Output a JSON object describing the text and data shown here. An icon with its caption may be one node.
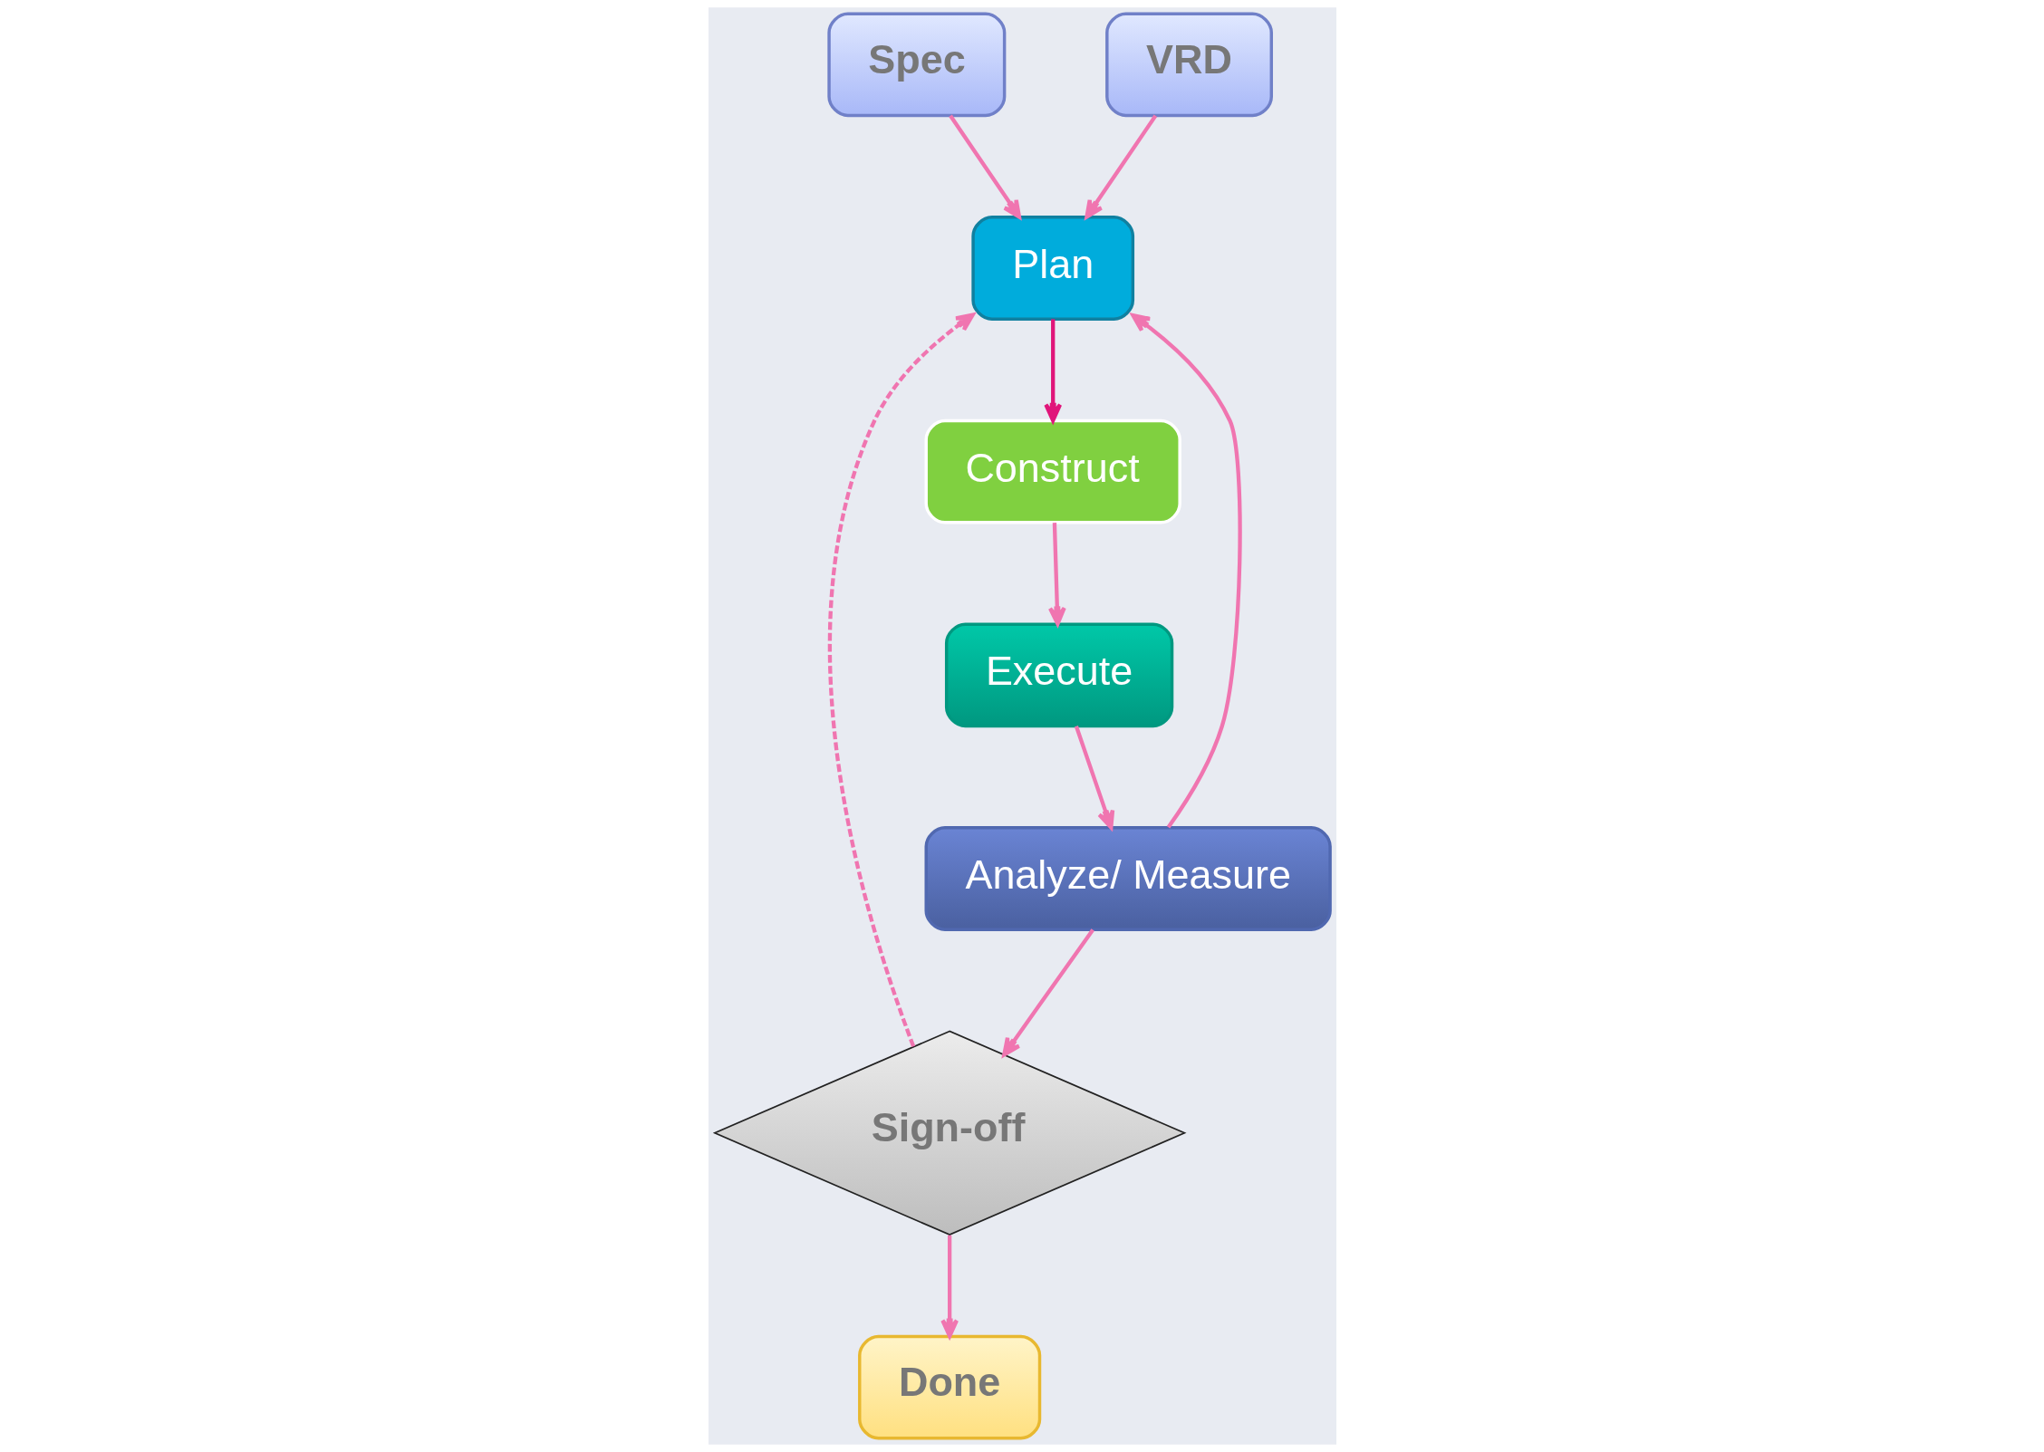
{
  "diagram": {
    "nodes": [
      {
        "text": [
          "Spec"
        ]
      },
      {
        "text": [
          "VRD"
        ]
      },
      {
        "text": [
          "Done"
        ]
      },
      {
        "text": [
          "Sign-off"
        ]
      },
      {
        "text": [
          "Plan"
        ]
      },
      {
        "text": [
          "Analyze/ Measure"
        ]
      },
      {
        "text": [
          "Construct"
        ]
      },
      {
        "text": [
          "Execute"
        ]
      }
    ],
    "edges": [
      {
        "from": 0,
        "to": 4,
        "arrow": "to"
      },
      {
        "from": 1,
        "to": 4,
        "arrow": "to"
      },
      {
        "from": 3,
        "to": 2,
        "arrow": "to"
      },
      {
        "from": 3,
        "to": 4,
        "arrow": "to",
        "style": "dashed"
      },
      {
        "from": 4,
        "to": 6,
        "arrow": "to",
        "color": "#e0157a"
      },
      {
        "from": 6,
        "to": 7,
        "arrow": "to"
      },
      {
        "from": 7,
        "to": 5,
        "arrow": "to"
      },
      {
        "from": 5,
        "to": 4,
        "arrow": "to"
      },
      {
        "from": 5,
        "to": 3,
        "arrow": "to"
      }
    ]
  }
}
